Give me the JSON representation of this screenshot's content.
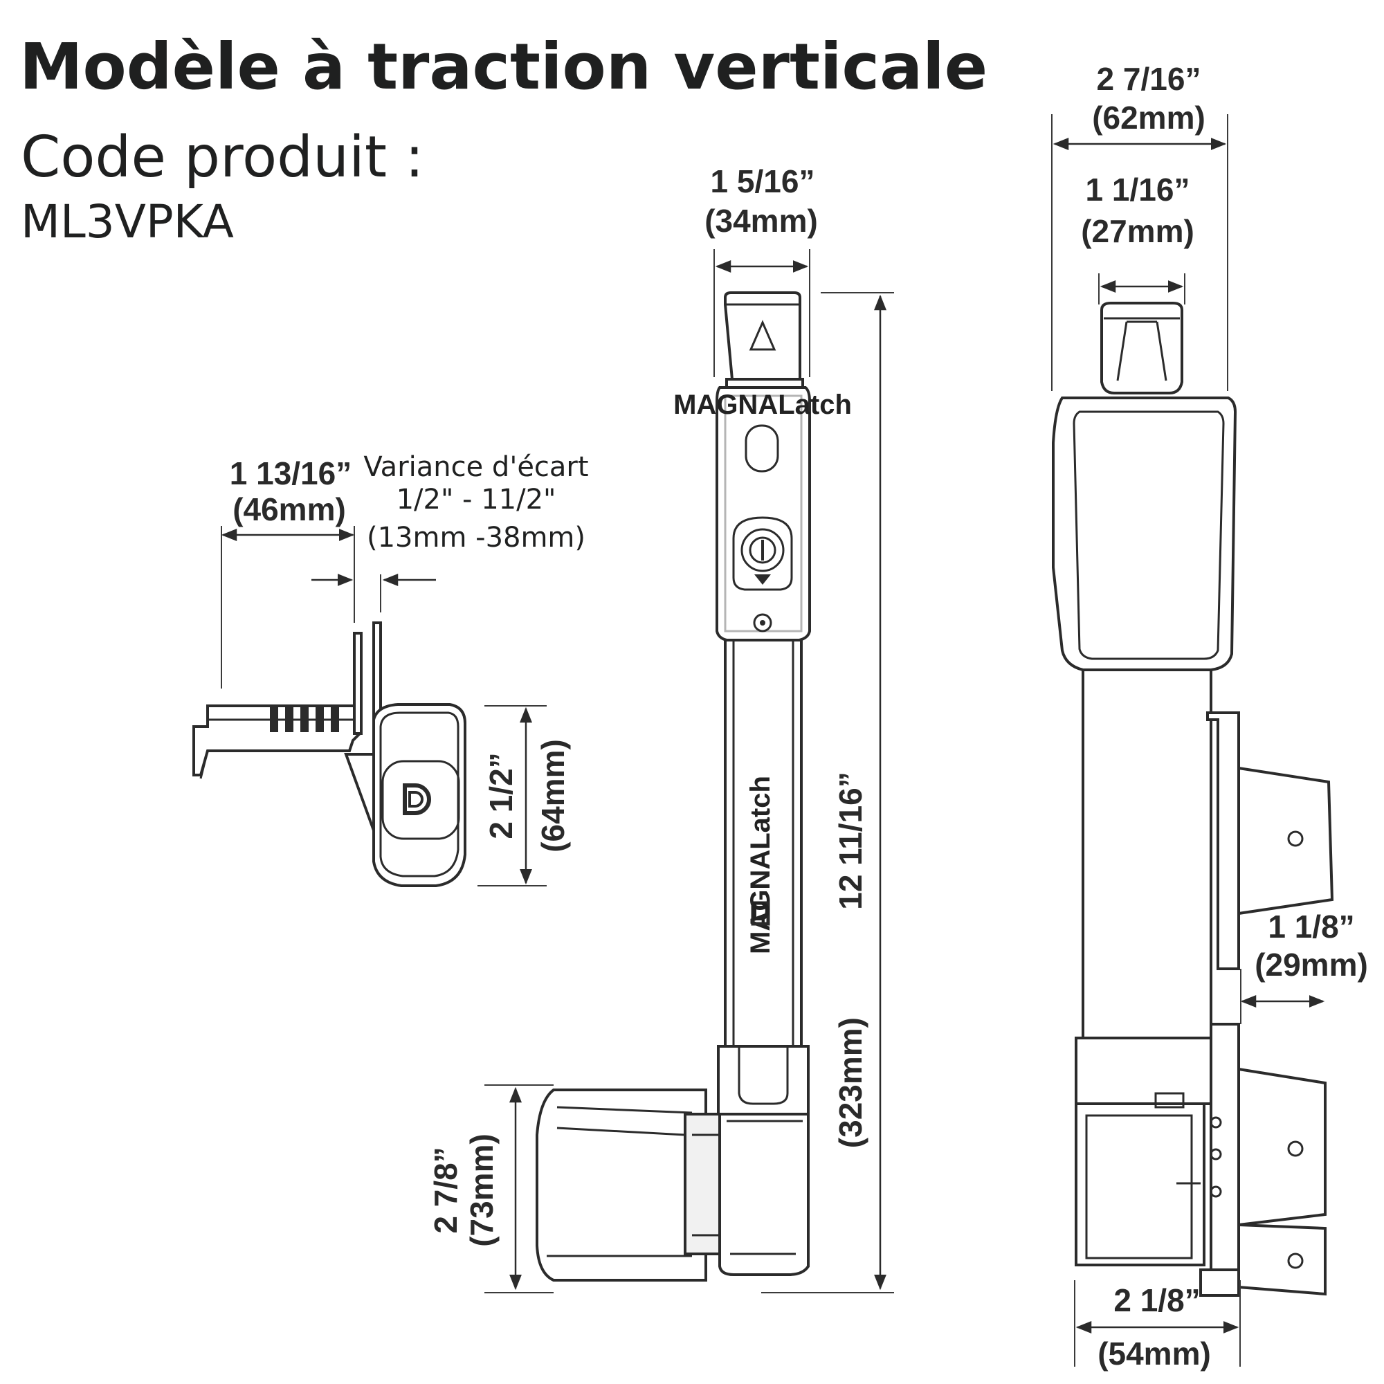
{
  "title": "Modèle à traction verticale",
  "subtitle": "Code produit :",
  "product_code": "ML3VPKA",
  "variance": {
    "label": "Variance d'écart",
    "range_in": "1/2\" - 11/2\"",
    "range_mm": "(13mm -38mm)"
  },
  "dimensions": {
    "width_46_in": "1 13/16”",
    "width_46_mm": "(46mm)",
    "height_64_in": "2 1/2”",
    "height_64_mm": "(64mm)",
    "width_34_in": "1 5/16”",
    "width_34_mm": "(34mm)",
    "height_323_in": "12 11/16”",
    "height_323_mm": "(323mm)",
    "height_73_in": "2 7/8”",
    "height_73_mm": "(73mm)",
    "width_62_in": "2 7/16”",
    "width_62_mm": "(62mm)",
    "width_27_in": "1 1/16”",
    "width_27_mm": "(27mm)",
    "width_29_in": "1 1/8”",
    "width_29_mm": "(29mm)",
    "width_54_in": "2 1/8”",
    "width_54_mm": "(54mm)"
  },
  "brand": {
    "name": "MAGNALatch",
    "small_label": "MAGNALatch",
    "logo_letter": "D"
  }
}
